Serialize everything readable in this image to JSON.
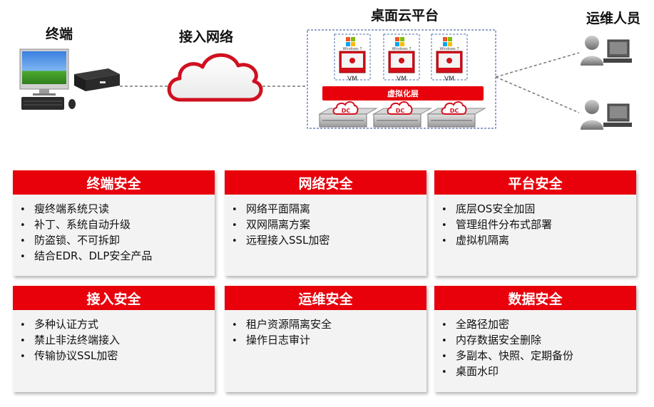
{
  "labels": {
    "terminal": "终端",
    "access_network": "接入网络",
    "platform": "桌面云平台",
    "ops": "运维人员"
  },
  "platform": {
    "vms": [
      {
        "os": "Windows 7",
        "label": "VM"
      },
      {
        "os": "Windows 7",
        "label": "VM"
      },
      {
        "os": "Windows 7",
        "label": "VM"
      }
    ],
    "layer": "虚拟化层",
    "servers": [
      "DC",
      "DC",
      "DC"
    ]
  },
  "cards": [
    {
      "title": "终端安全",
      "items": [
        "瘦终端系统只读",
        "补丁、系统自动升级",
        "防盗锁、不可拆卸",
        "结合EDR、DLP安全产品"
      ]
    },
    {
      "title": "网络安全",
      "items": [
        "网络平面隔离",
        "双网隔离方案",
        "远程接入SSL加密"
      ]
    },
    {
      "title": "平台安全",
      "items": [
        "底层OS安全加固",
        "管理组件分布式部署",
        "虚拟机隔离"
      ]
    },
    {
      "title": "接入安全",
      "items": [
        "多种认证方式",
        "禁止非法终端接入",
        "传输协议SSL加密"
      ]
    },
    {
      "title": "运维安全",
      "items": [
        "租户资源隔离安全",
        "操作日志审计"
      ]
    },
    {
      "title": "数据安全",
      "items": [
        "全路径加密",
        "内存数据安全删除",
        "多副本、快照、定期备份",
        "桌面水印"
      ]
    }
  ],
  "colors": {
    "accent": "#e8000b",
    "card_bg": "#f3f3f3"
  }
}
